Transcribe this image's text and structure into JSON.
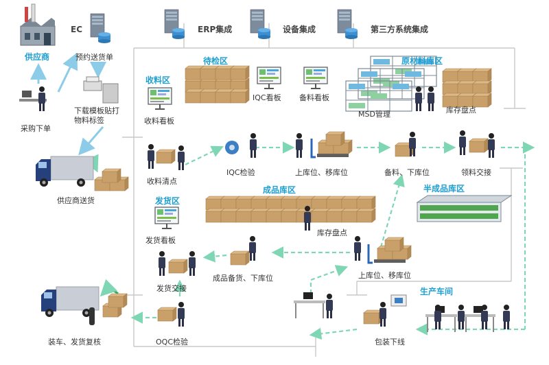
{
  "systems": {
    "ec": "EC",
    "erp": "ERP集成",
    "device": "设备集成",
    "third_party": "第三方系统集成"
  },
  "zones": {
    "receiving": "收料区",
    "inspection": "待检区",
    "raw_material": "原材料库区",
    "finished": "成品库区",
    "semi_finished": "半成品库区",
    "shipping": "发货区",
    "workshop": "生产车间"
  },
  "steps": {
    "supplier": "供应商",
    "purchase_order": "采购下单",
    "appointment": "预约送货单",
    "download_template": "下载模板贴打",
    "material_label": "物料标签",
    "supplier_delivery": "供应商送货",
    "receiving_board": "收料看板",
    "iqc_board": "IQC看板",
    "picking_board": "备料看板",
    "msd": "MSD管理",
    "raw_inventory": "库存盘点",
    "receive_count": "收料清点",
    "iqc_check": "IQC检验",
    "putaway_move": "上库位、移库位",
    "picking_off": "备料、下库位",
    "requisition": "领料交接",
    "finished_inventory": "库存盘点",
    "shipping_board": "发货看板",
    "shipping_handover": "发货交接",
    "finished_picking": "成品备货、下库位",
    "finished_putaway": "上库位、移库位",
    "loading_review": "装车、发货复核",
    "oqc_check": "OQC检验",
    "packing_offline": "包装下线"
  },
  "colors": {
    "zone_title": "#1f9fd0",
    "flow_arrow": "#7fd6b4",
    "system_line": "#c8c8c8",
    "box": "#c9a06a"
  }
}
